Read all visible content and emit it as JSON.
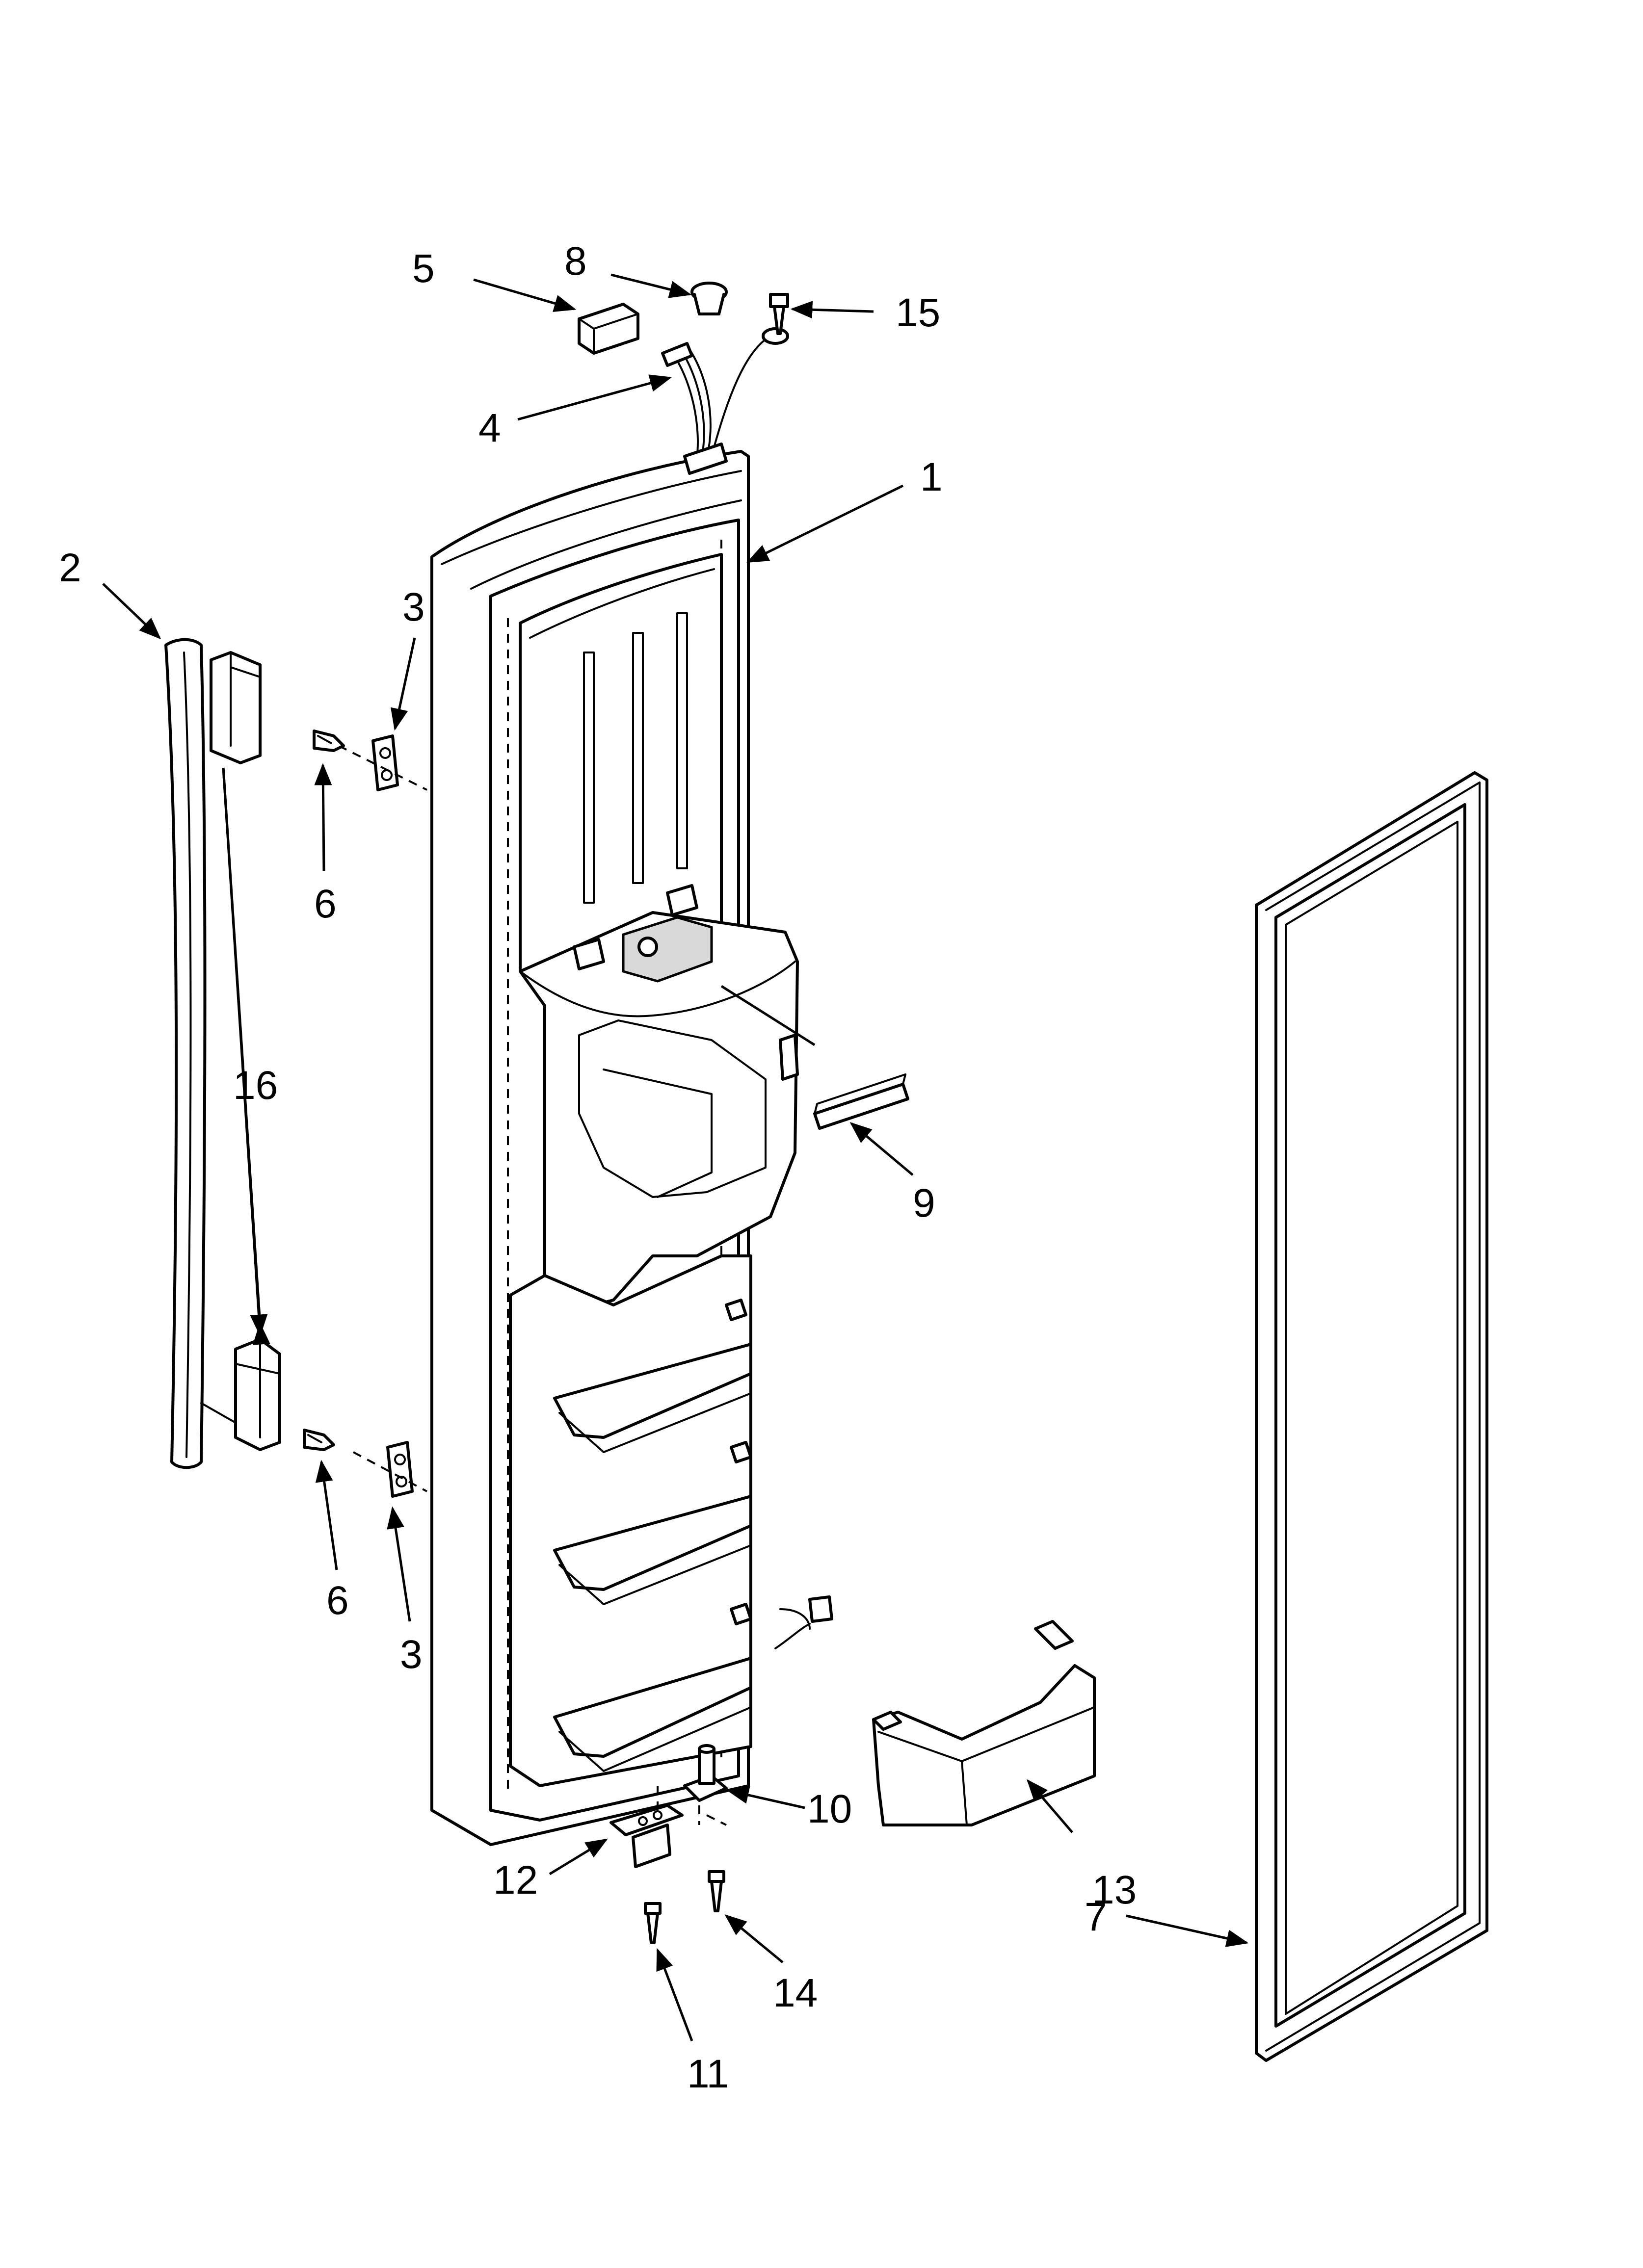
{
  "diagram": {
    "callouts": [
      {
        "id": "c1",
        "label": "1"
      },
      {
        "id": "c2",
        "label": "2"
      },
      {
        "id": "c3a",
        "label": "3"
      },
      {
        "id": "c3b",
        "label": "3"
      },
      {
        "id": "c4",
        "label": "4"
      },
      {
        "id": "c5",
        "label": "5"
      },
      {
        "id": "c6a",
        "label": "6"
      },
      {
        "id": "c6b",
        "label": "6"
      },
      {
        "id": "c7",
        "label": "7"
      },
      {
        "id": "c8",
        "label": "8"
      },
      {
        "id": "c9",
        "label": "9"
      },
      {
        "id": "c10",
        "label": "10"
      },
      {
        "id": "c11",
        "label": "11"
      },
      {
        "id": "c12",
        "label": "12"
      },
      {
        "id": "c13",
        "label": "13"
      },
      {
        "id": "c14",
        "label": "14"
      },
      {
        "id": "c15",
        "label": "15"
      },
      {
        "id": "c16",
        "label": "16"
      }
    ]
  }
}
